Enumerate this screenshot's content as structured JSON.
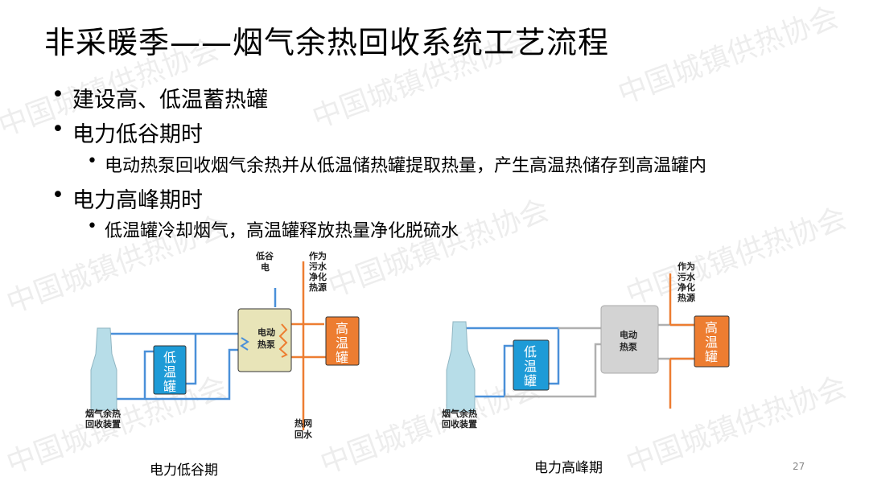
{
  "title": "非采暖季——烟气余热回收系统工艺流程",
  "bullets": [
    {
      "text": "建设高、低温蓄热罐",
      "sub": []
    },
    {
      "text": "电力低谷期时",
      "sub": [
        "电动热泵回收烟气余热并从低温储热罐提取热量，产生高温热储存到高温罐内"
      ]
    },
    {
      "text": "电力高峰期时",
      "sub": [
        "低温罐冷却烟气，高温罐释放热量净化脱硫水"
      ]
    }
  ],
  "diagram_left": {
    "caption": "电力低谷期",
    "valley_power": [
      "低谷",
      "电"
    ],
    "heat_source": [
      "作为",
      "污水",
      "净化",
      "热源"
    ],
    "heat_pump": [
      "电动",
      "热泵"
    ],
    "high_tank": [
      "高",
      "温",
      "罐"
    ],
    "low_tank": [
      "低",
      "温",
      "罐"
    ],
    "recovery_device": [
      "烟气余热",
      "回收装置"
    ],
    "return_water": [
      "热网",
      "回水"
    ]
  },
  "diagram_right": {
    "caption": "电力高峰期",
    "heat_source": [
      "作为",
      "污水",
      "净化",
      "热源"
    ],
    "heat_pump": [
      "电动",
      "热泵"
    ],
    "high_tank": [
      "高",
      "温",
      "罐"
    ],
    "low_tank": [
      "低",
      "温",
      "罐"
    ],
    "recovery_device": [
      "烟气余热",
      "回收装置"
    ]
  },
  "page_number": "27",
  "watermark": "中国城镇供热协会",
  "colors": {
    "blue": "#4a90d9",
    "orange": "#ed7d31",
    "tank_blue": "#1e9bd7",
    "pump_yellow": "#e8e4b8",
    "pump_gray": "#d3d3d3",
    "tower": "#b7dde8",
    "gray_pipe": "#b0b0b0"
  }
}
